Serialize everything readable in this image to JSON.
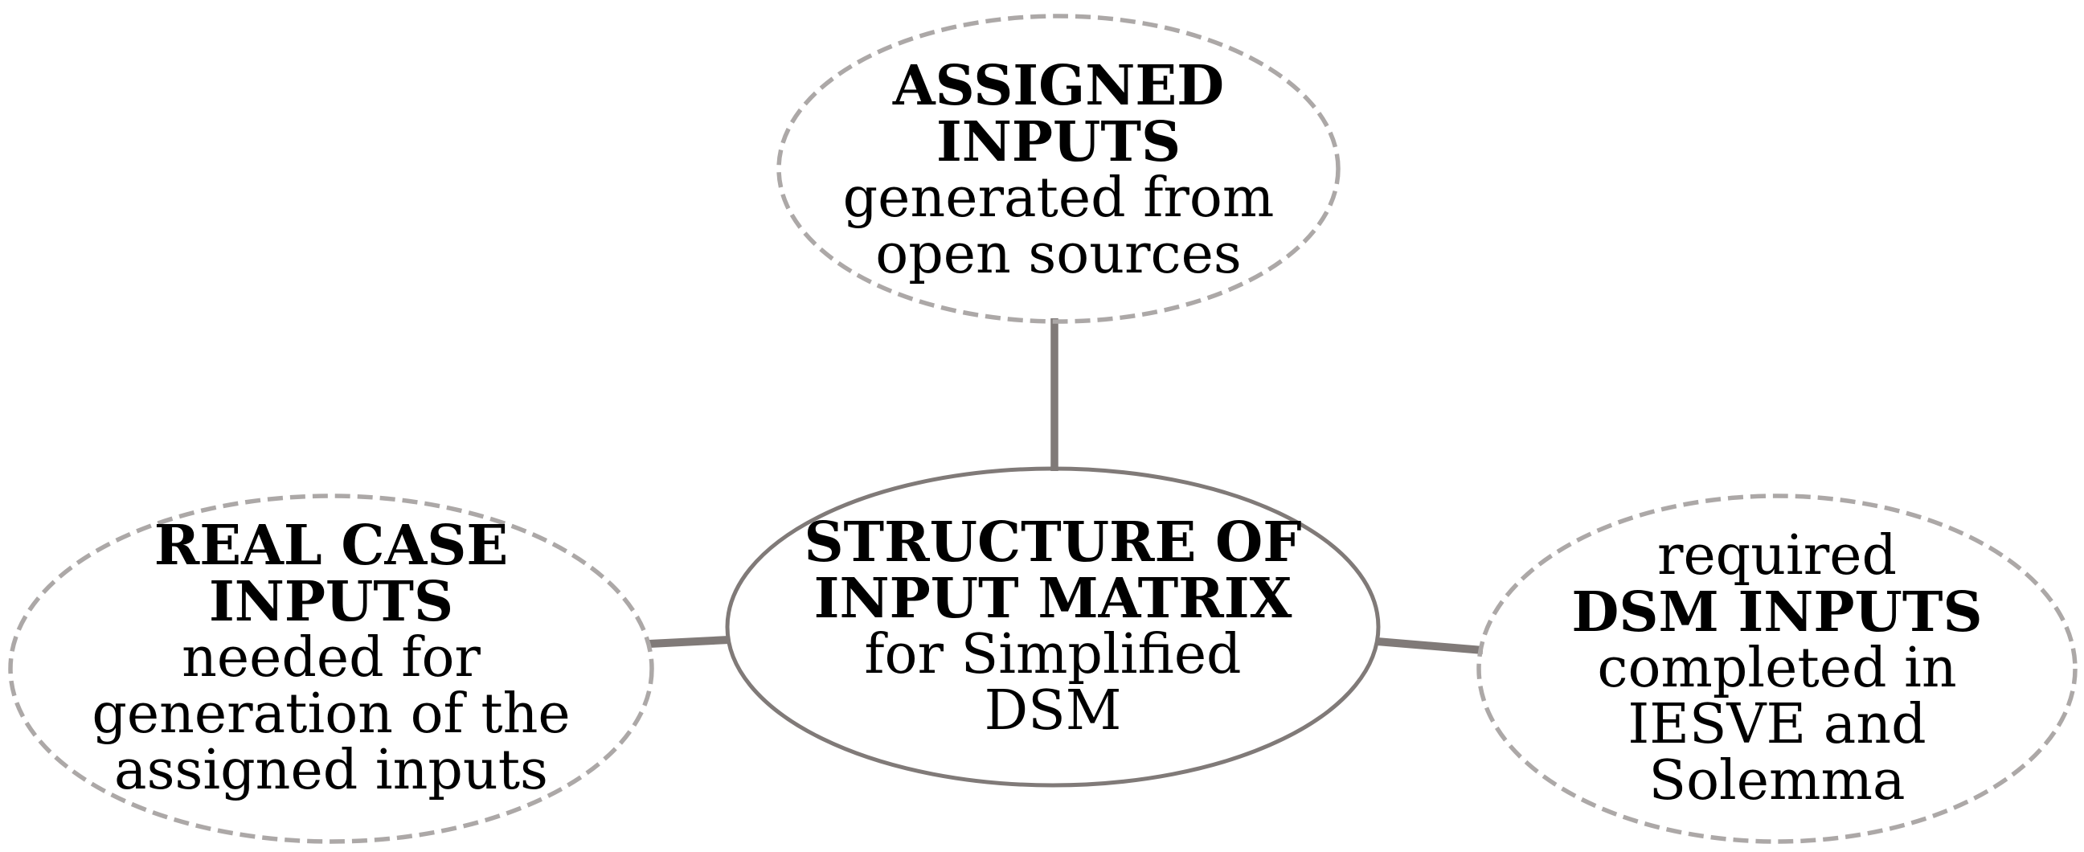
{
  "diagram": {
    "description": "Structure of input matrix for Simplified DSM concept diagram",
    "colors": {
      "background": "#ffffff",
      "solid_stroke": "#807a78",
      "dashed_stroke": "#aca8a7",
      "text": "#000000"
    },
    "center_node": {
      "border": "solid",
      "lines": [
        "STRUCTURE OF",
        "INPUT MATRIX",
        "for Simplified",
        "DSM"
      ]
    },
    "top_node": {
      "border": "dashed",
      "lines": [
        "ASSIGNED",
        "INPUTS",
        "generated from",
        "open sources"
      ]
    },
    "left_node": {
      "border": "dashed",
      "lines": [
        "REAL CASE",
        "INPUTS",
        "needed for",
        "generation of the",
        "assigned inputs"
      ]
    },
    "right_node": {
      "border": "dashed",
      "lines": [
        "required",
        "DSM INPUTS",
        "completed in",
        "IESVE and",
        "Solemma"
      ]
    }
  }
}
